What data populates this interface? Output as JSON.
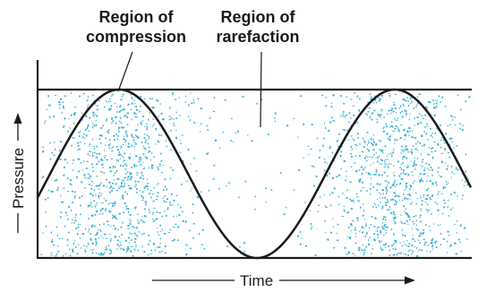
{
  "labels": {
    "compression_line1": "Region of",
    "compression_line2": "compression",
    "rarefaction_line1": "Region of",
    "rarefaction_line2": "rarefaction"
  },
  "axes": {
    "x_label": "Time",
    "y_label": "Pressure"
  },
  "colors": {
    "curve": "#1a1a1a",
    "particles": "#3ab0d8",
    "axis": "#1a1a1a"
  }
}
